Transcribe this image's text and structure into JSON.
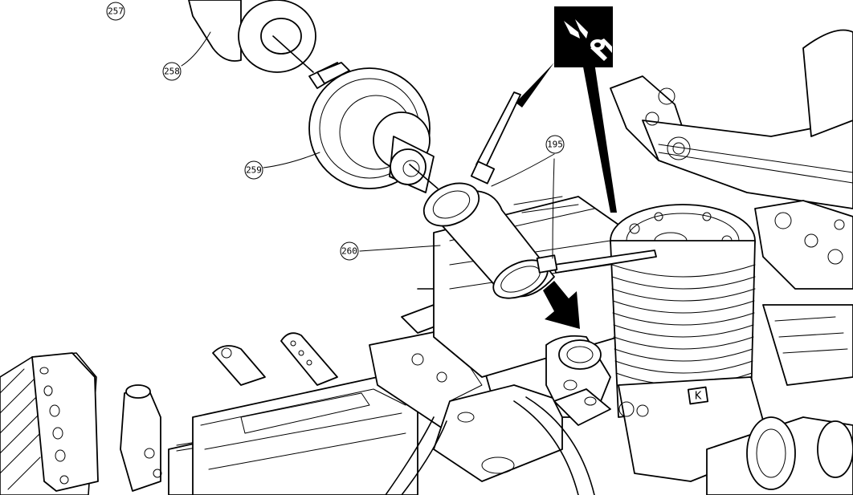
{
  "callouts": {
    "p257": "257",
    "p258": "258",
    "p259": "259",
    "p260": "260",
    "p195": "195"
  },
  "badges": {
    "engine_logo": "K"
  },
  "icons": {
    "tool": "side-cutters-icon",
    "direction": "arrow-down-right-icon"
  }
}
